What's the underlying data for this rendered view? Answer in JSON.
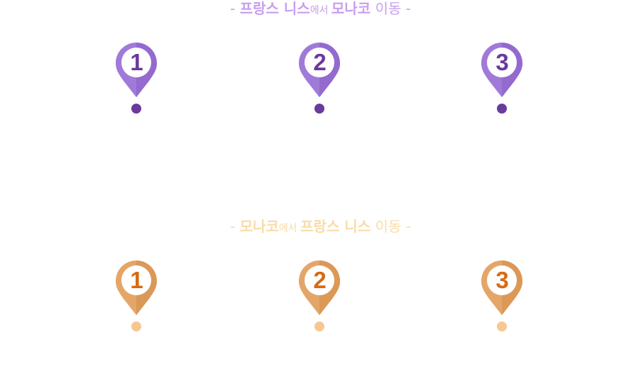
{
  "colors": {
    "purple_title": "#c89ef0",
    "purple_pin_light": "#a07ad8",
    "purple_pin_dark": "#8a5cc8",
    "purple_number": "#6a3a9c",
    "purple_dot": "#6a3a9c",
    "orange_title": "#f8dca8",
    "orange_pin_light": "#e4a668",
    "orange_pin_dark": "#d48c48",
    "orange_number": "#d86a12",
    "orange_dot": "#f6c890"
  },
  "routes": [
    {
      "title": {
        "dash_left": "- ",
        "from": "프랑스 니스",
        "particle": "에서 ",
        "to": "모나코",
        "verb": " 이동",
        "dash_right": " -"
      },
      "pins": [
        {
          "number": "1",
          "icon": "map-pin-icon"
        },
        {
          "number": "2",
          "icon": "map-pin-icon"
        },
        {
          "number": "3",
          "icon": "map-pin-icon"
        }
      ]
    },
    {
      "title": {
        "dash_left": "- ",
        "from": "모나코",
        "particle": "에서 ",
        "to": "프랑스 니스",
        "verb": " 이동",
        "dash_right": " -"
      },
      "pins": [
        {
          "number": "1",
          "icon": "map-pin-icon"
        },
        {
          "number": "2",
          "icon": "map-pin-icon"
        },
        {
          "number": "3",
          "icon": "map-pin-icon"
        }
      ]
    }
  ]
}
